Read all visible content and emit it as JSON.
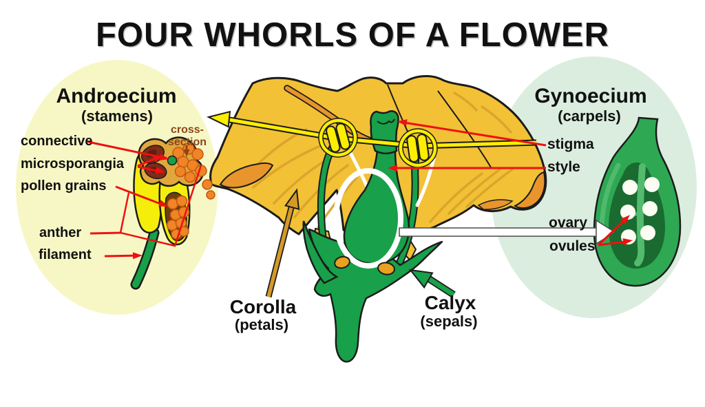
{
  "title": "FOUR WHORLS OF A FLOWER",
  "sections": {
    "androecium": {
      "heading": "Androecium",
      "subheading": "(stamens)"
    },
    "gynoecium": {
      "heading": "Gynoecium",
      "subheading": "(carpels)"
    },
    "corolla": {
      "heading": "Corolla",
      "subheading": "(petals)"
    },
    "calyx": {
      "heading": "Calyx",
      "subheading": "(sepals)"
    }
  },
  "labels": {
    "cross_section": {
      "line1": "cross-",
      "line2": "section"
    },
    "connective": "connective",
    "microsporangia": "microsporangia",
    "pollen_grains": "pollen grains",
    "anther": "anther",
    "filament": "filament",
    "stigma": "stigma",
    "style": "style",
    "ovary": "ovary",
    "ovules": "ovules"
  },
  "colors": {
    "background": "#ffffff",
    "androecium_ellipse": "#f7f7c6",
    "gynoecium_ellipse": "#dbeddf",
    "petal_gold": "#f2c136",
    "petal_orange": "#e8952b",
    "green": "#18a04a",
    "anther_yellow": "#fbee00",
    "pollen_orange": "#f08426",
    "microsporangia_maroon": "#7e2b18",
    "carpel_interior": "#1a6b30",
    "arrow_red": "#ee1111",
    "cross_section_brown": "#8c4617",
    "text": "#111111"
  }
}
